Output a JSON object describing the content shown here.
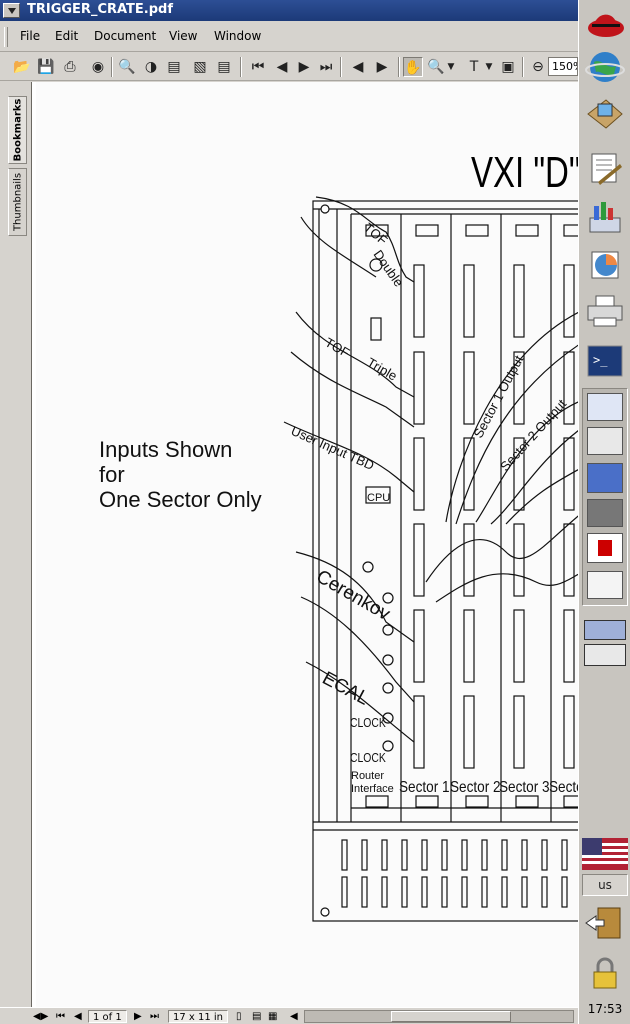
{
  "window": {
    "title": "TRIGGER_CRATE.pdf"
  },
  "menu": {
    "file": "File",
    "edit": "Edit",
    "document": "Document",
    "view": "View",
    "window": "Window"
  },
  "toolbar": {
    "zoom_value": "150%"
  },
  "nav_tabs": {
    "bookmarks": "Bookmarks",
    "thumbnails": "Thumbnails"
  },
  "document": {
    "page_title": "VXI \"D\" Cr",
    "note_line1": "Inputs Shown",
    "note_line2": "for",
    "note_line3": "One Sector Only",
    "labels": {
      "tof_double_a": "TOF",
      "tof_double_b": "Double",
      "tof_triple_a": "TOF",
      "tof_triple_b": "Triple",
      "user_input": "User Input TBD",
      "sector1_output": "Sector 1 Output",
      "sector2_output": "Sector 2 Output",
      "cerenkov": "Cerenkov",
      "ecal": "ECAL",
      "cpu": "CPU",
      "clock1": "CLOCK",
      "clock2": "CLOCK",
      "router_a": "Router",
      "router_b": "Interface",
      "sector1": "Sector 1",
      "sector2": "Sector 2",
      "sector3": "Sector 3",
      "sector4": "Secto"
    }
  },
  "statusbar": {
    "page": "1 of 1",
    "page_size": "17 x 11 in"
  },
  "dock": {
    "locale": "us",
    "clock": "17:53"
  },
  "colors": {
    "titlebar": "#1c3a78",
    "chrome": "#d6d3ce",
    "dock": "#c8c5bf"
  }
}
